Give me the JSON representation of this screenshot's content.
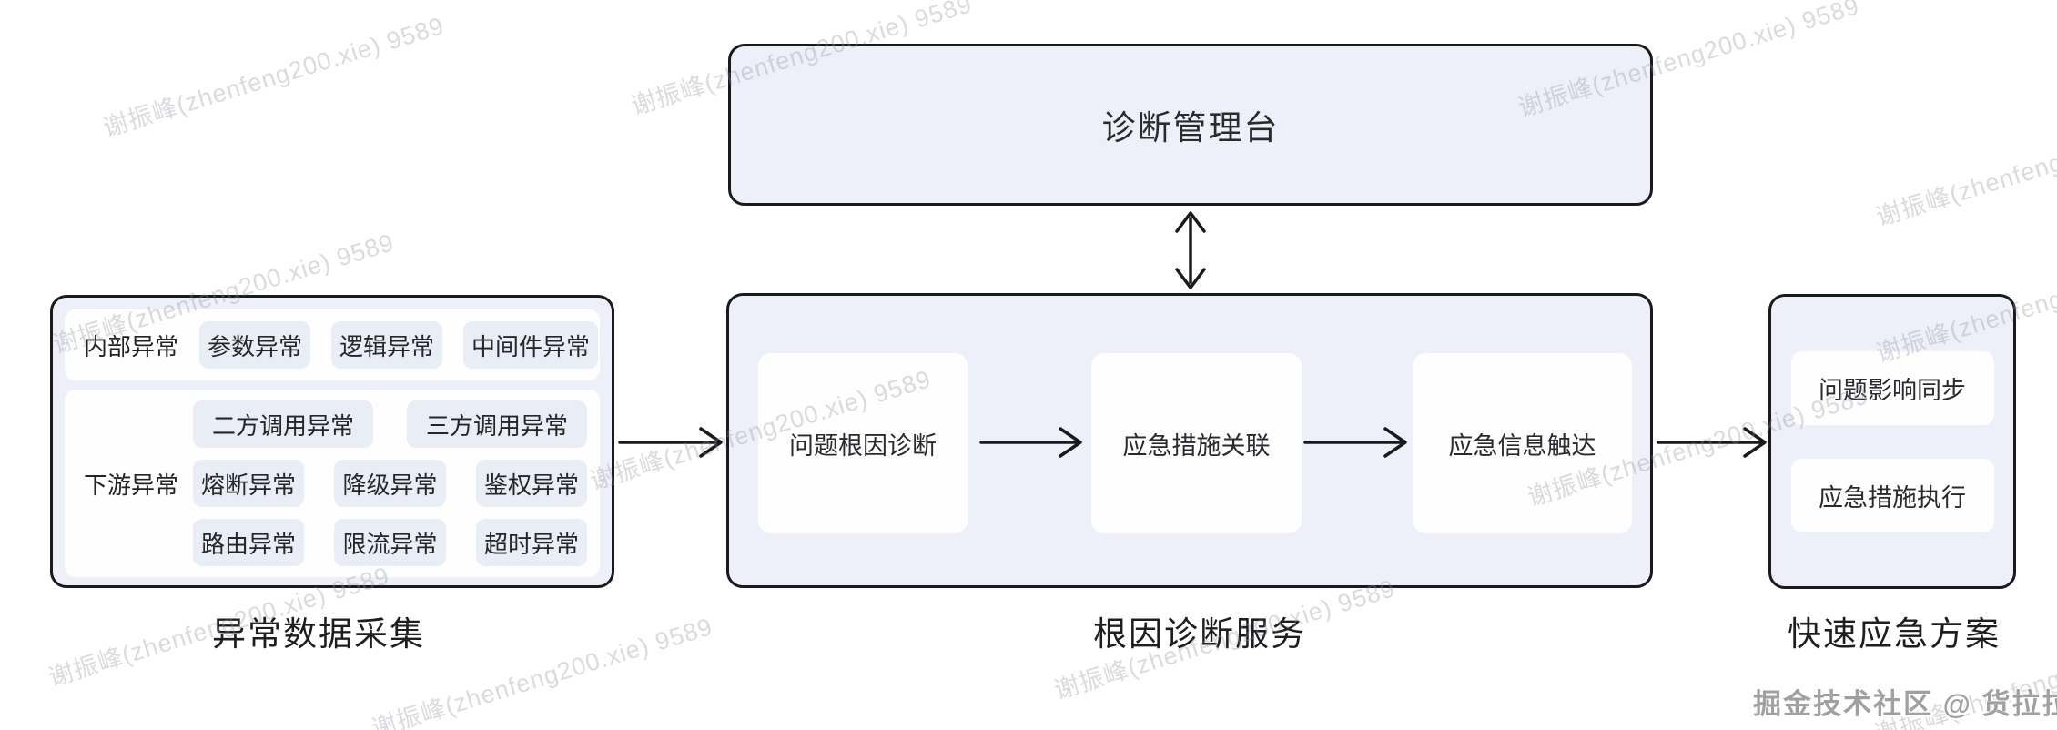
{
  "watermark": {
    "text": "谢振峰(zhenfeng200.xie) 9589"
  },
  "attribution": "掘金技术社区 @ 货拉拉技术",
  "colors": {
    "box_fill": "#EDF0F8",
    "inner_panel_fill": "#FEFEFE",
    "tag_fill": "#E9EDF5",
    "border": "#1A1A1C",
    "watermark_gray": "#8F939C",
    "attribution_gray": "#A0A0A0"
  },
  "diagram": {
    "console": {
      "title": "诊断管理台"
    },
    "collection": {
      "label": "异常数据采集",
      "groups": [
        {
          "name": "内部异常",
          "tags": [
            "参数异常",
            "逻辑异常",
            "中间件异常"
          ]
        },
        {
          "name": "下游异常",
          "rows": [
            [
              "二方调用异常",
              "三方调用异常"
            ],
            [
              "熔断异常",
              "降级异常",
              "鉴权异常"
            ],
            [
              "路由异常",
              "限流异常",
              "超时异常"
            ]
          ]
        }
      ]
    },
    "diagnosis": {
      "label": "根因诊断服务",
      "steps": [
        "问题根因诊断",
        "应急措施关联",
        "应急信息触达"
      ]
    },
    "emergency": {
      "label": "快速应急方案",
      "items": [
        "问题影响同步",
        "应急措施执行"
      ]
    }
  }
}
